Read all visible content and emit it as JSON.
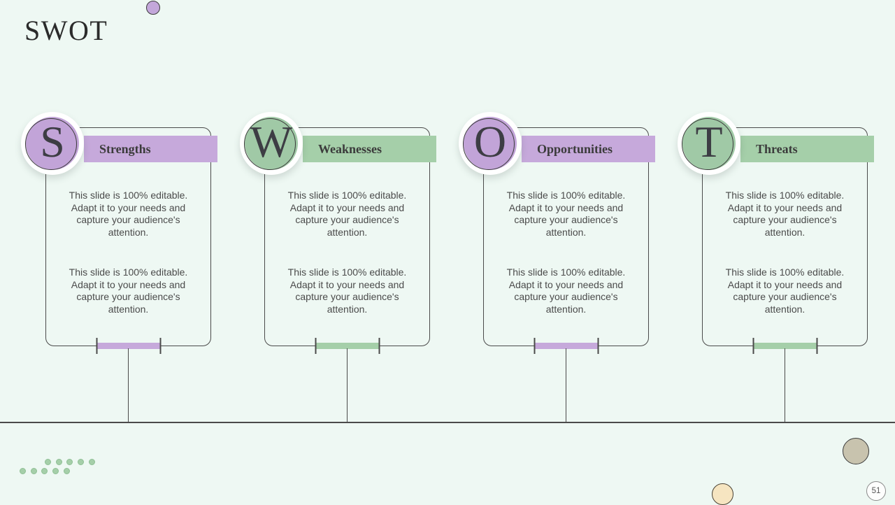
{
  "slide": {
    "title": "SWOT",
    "page_number": "51"
  },
  "colors": {
    "background": "#eef8f3",
    "accent_purple": "#c6a9db",
    "accent_green": "#a5cfa9",
    "line": "#4a4a4a",
    "tan_circle": "#c8c3ae",
    "cream_circle": "#f6e5c1",
    "body_text": "#4b4b4b"
  },
  "cards": [
    {
      "letter": "S",
      "label": "Strengths",
      "accent": "purple",
      "accent_hex": "#c6a9db",
      "paragraphs": [
        "This slide is 100% editable. Adapt it to your needs and capture your audience's attention.",
        "This slide is 100% editable. Adapt it to your needs and capture your audience's attention."
      ]
    },
    {
      "letter": "W",
      "label": "Weaknesses",
      "accent": "green",
      "accent_hex": "#a5cfa9",
      "paragraphs": [
        "This slide is 100% editable. Adapt it to your needs and capture your audience's attention.",
        "This slide is 100% editable. Adapt it to your needs and capture your audience's attention."
      ]
    },
    {
      "letter": "O",
      "label": "Opportunities",
      "accent": "purple",
      "accent_hex": "#c6a9db",
      "paragraphs": [
        "This slide is 100% editable. Adapt it to your needs and capture your audience's attention.",
        "This slide is 100% editable. Adapt it to your needs and capture your audience's attention."
      ]
    },
    {
      "letter": "T",
      "label": "Threats",
      "accent": "green",
      "accent_hex": "#a5cfa9",
      "paragraphs": [
        "This slide is 100% editable. Adapt it to your needs and capture your audience's attention.",
        "This slide is 100% editable. Adapt it to your needs and capture your audience's attention."
      ]
    }
  ]
}
